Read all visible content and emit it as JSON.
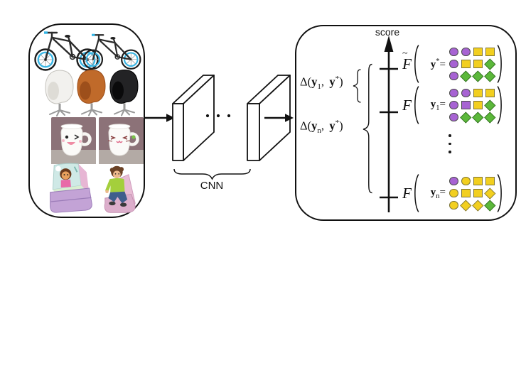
{
  "input_panel": {
    "items": [
      "bmx-bike",
      "bmx-bike",
      "white-egg-chair",
      "orange-egg-chair",
      "black-egg-chair",
      "winking-face-mug",
      "cat-face-mug",
      "dora-kids-chair",
      "child-on-kids-chair"
    ]
  },
  "cnn": {
    "label": "CNN"
  },
  "colors": {
    "purple": {
      "fill": "#a763d3",
      "stroke": "#4a4a4a"
    },
    "yellow": {
      "fill": "#f2cf1f",
      "stroke": "#7d7435"
    },
    "green": {
      "fill": "#5bb83a",
      "stroke": "#2f6b1f"
    }
  },
  "score_panel": {
    "score_label": "score",
    "delta1": {
      "d": "Δ(",
      "v1": "y",
      "s1": "1",
      "c": ", ",
      "v2": "y",
      "s2": "*",
      "p": ")"
    },
    "delta2": {
      "d": "Δ(",
      "v1": "y",
      "s1": "n",
      "c": ", ",
      "v2": "y",
      "s2": "*",
      "p": ")"
    },
    "rows": [
      {
        "tilde": "~",
        "f": "F",
        "v": "y",
        "sup": "*",
        "eq": "=",
        "grid": [
          [
            "pc",
            "pc",
            "ys",
            "ys"
          ],
          [
            "pc",
            "ys",
            "ys",
            "gd"
          ],
          [
            "pc",
            "gd",
            "gd",
            "gd"
          ]
        ]
      },
      {
        "f": "F",
        "v": "y",
        "sub": "1",
        "eq": "=",
        "grid": [
          [
            "pc",
            "pc",
            "ys",
            "ys"
          ],
          [
            "pc",
            "ps",
            "ys",
            "gd"
          ],
          [
            "pc",
            "gd",
            "gd",
            "gd"
          ]
        ]
      },
      {
        "f": "F",
        "v": "y",
        "sub": "n",
        "eq": "=",
        "grid": [
          [
            "pc",
            "yc",
            "ys",
            "ys"
          ],
          [
            "yc",
            "ys",
            "ys",
            "yd"
          ],
          [
            "yc",
            "yd",
            "yd",
            "gd"
          ]
        ]
      }
    ]
  }
}
